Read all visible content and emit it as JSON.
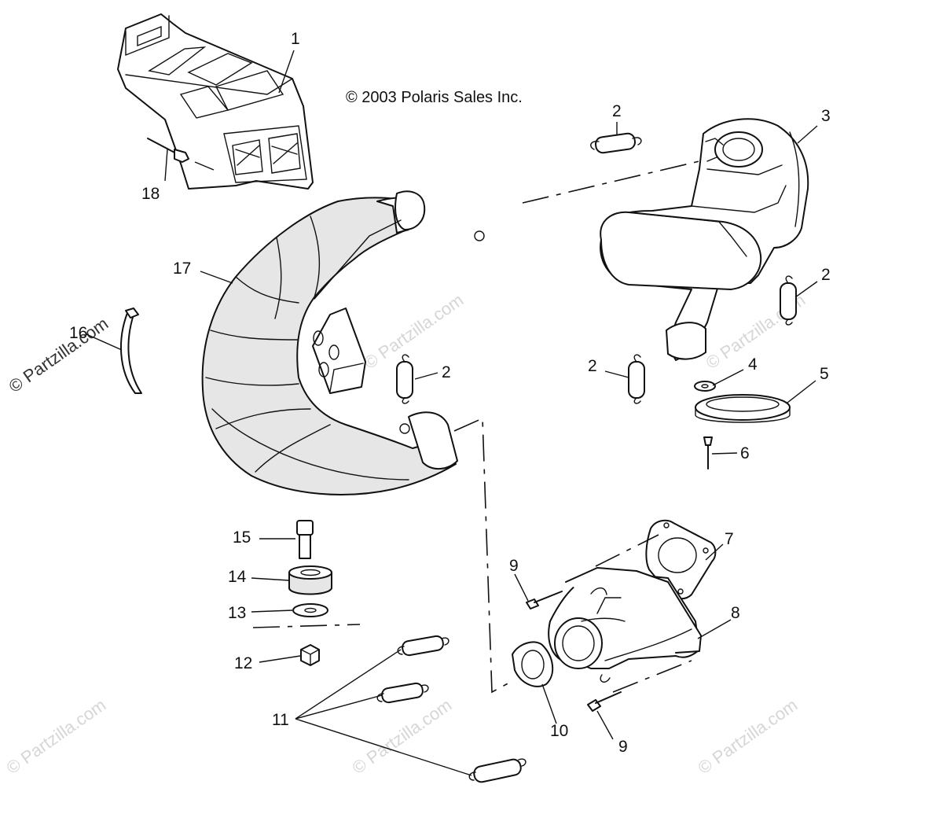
{
  "copyright": "© 2003 Polaris Sales Inc.",
  "watermark": "© Partzilla.com",
  "colors": {
    "line": "#111111",
    "shade": "#e6e6e6",
    "watermark": "#c8c8c8",
    "background": "#ffffff"
  },
  "callouts": {
    "c1": "1",
    "c2a": "2",
    "c2b": "2",
    "c2c": "2",
    "c2d": "2",
    "c3": "3",
    "c4": "4",
    "c5": "5",
    "c6": "6",
    "c7": "7",
    "c8": "8",
    "c9a": "9",
    "c9b": "9",
    "c10": "10",
    "c11": "11",
    "c12": "12",
    "c13": "13",
    "c14": "14",
    "c15": "15",
    "c16": "16",
    "c17": "17",
    "c18": "18"
  }
}
